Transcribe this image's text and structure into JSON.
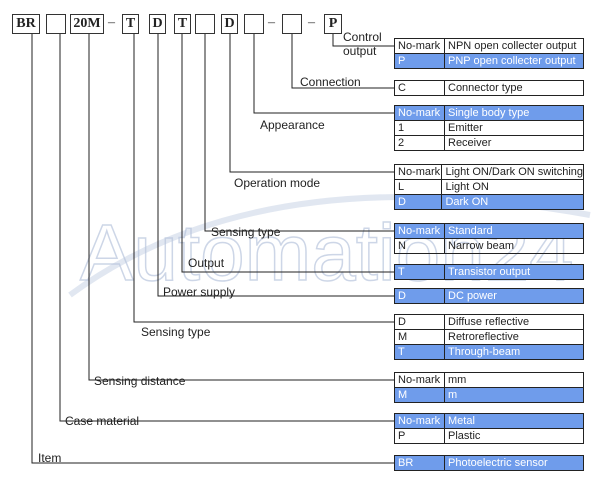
{
  "colors": {
    "highlight": "#6f9ceb",
    "line": "#222222",
    "watermark": "#b9c6dd"
  },
  "watermark": {
    "text": "Automation24"
  },
  "code_parts": [
    {
      "text": "BR",
      "name": "code-part-item"
    },
    {
      "text": "",
      "name": "code-part-case-material"
    },
    {
      "text": "20M",
      "name": "code-part-sensing-distance"
    },
    {
      "text": "T",
      "name": "code-part-sensing-type"
    },
    {
      "text": "D",
      "name": "code-part-power-supply"
    },
    {
      "text": "T",
      "name": "code-part-output"
    },
    {
      "text": "",
      "name": "code-part-narrow-beam"
    },
    {
      "text": "D",
      "name": "code-part-operation-mode"
    },
    {
      "text": "",
      "name": "code-part-appearance"
    },
    {
      "text": "",
      "name": "code-part-connection"
    },
    {
      "text": "P",
      "name": "code-part-control-output"
    }
  ],
  "dash_symbol": "–",
  "groups": [
    {
      "label": "Control output",
      "options": [
        {
          "code": "No-mark",
          "desc": "NPN open collecter output",
          "highlight": false
        },
        {
          "code": "P",
          "desc": "PNP open collecter output",
          "highlight": true
        }
      ]
    },
    {
      "label": "Connection",
      "options": [
        {
          "code": "C",
          "desc": "Connector type",
          "highlight": false
        }
      ]
    },
    {
      "label": "Appearance",
      "options": [
        {
          "code": "No-mark",
          "desc": "Single body type",
          "highlight": true
        },
        {
          "code": "1",
          "desc": "Emitter",
          "highlight": false
        },
        {
          "code": "2",
          "desc": "Receiver",
          "highlight": false
        }
      ]
    },
    {
      "label": "Operation mode",
      "options": [
        {
          "code": "No-mark",
          "desc": "Light ON/Dark ON switching",
          "highlight": false
        },
        {
          "code": "L",
          "desc": "Light ON",
          "highlight": false
        },
        {
          "code": "D",
          "desc": "Dark ON",
          "highlight": true
        }
      ]
    },
    {
      "label": "Sensing type",
      "options": [
        {
          "code": "No-mark",
          "desc": "Standard",
          "highlight": true
        },
        {
          "code": "N",
          "desc": "Narrow beam",
          "highlight": false
        }
      ]
    },
    {
      "label": "Output",
      "options": [
        {
          "code": "T",
          "desc": "Transistor output",
          "highlight": true
        }
      ]
    },
    {
      "label": "Power supply",
      "options": [
        {
          "code": "D",
          "desc": "DC power",
          "highlight": true
        }
      ]
    },
    {
      "label": "Sensing type",
      "options": [
        {
          "code": "D",
          "desc": "Diffuse reflective",
          "highlight": false
        },
        {
          "code": "M",
          "desc": "Retroreflective",
          "highlight": false
        },
        {
          "code": "T",
          "desc": "Through-beam",
          "highlight": true
        }
      ]
    },
    {
      "label": "Sensing distance",
      "options": [
        {
          "code": "No-mark",
          "desc": "mm",
          "highlight": false
        },
        {
          "code": "M",
          "desc": "m",
          "highlight": true
        }
      ]
    },
    {
      "label": "Case material",
      "options": [
        {
          "code": "No-mark",
          "desc": "Metal",
          "highlight": true
        },
        {
          "code": "P",
          "desc": "Plastic",
          "highlight": false
        }
      ]
    },
    {
      "label": "Item",
      "options": [
        {
          "code": "BR",
          "desc": "Photoelectric sensor",
          "highlight": true
        }
      ]
    }
  ]
}
